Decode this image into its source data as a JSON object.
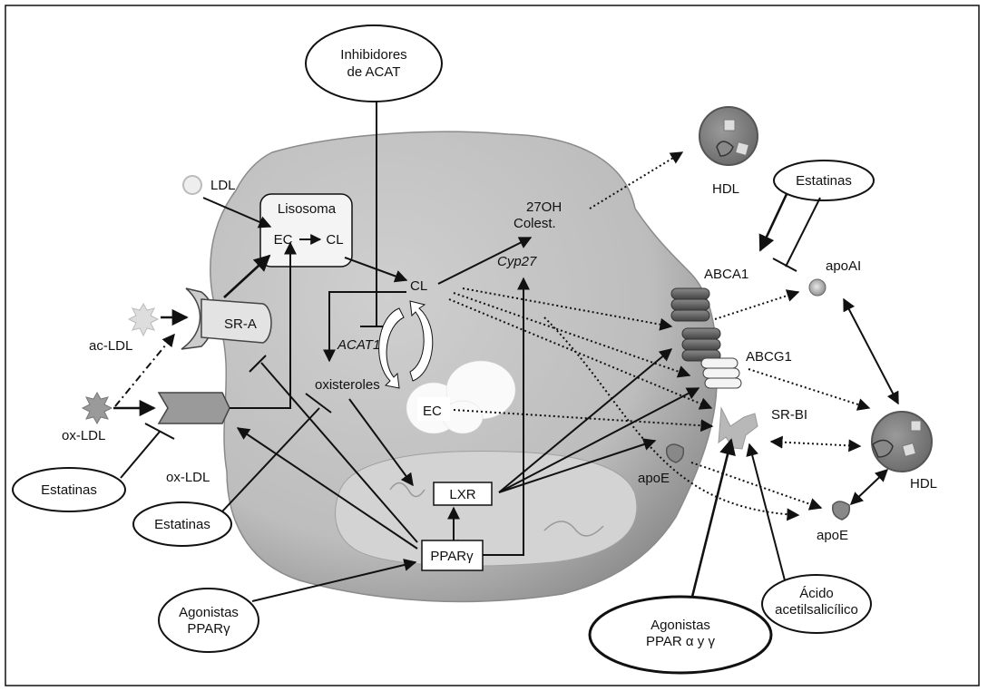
{
  "diagram": {
    "title_hidden": "",
    "nodes": {
      "inhibidores_acat": {
        "line1": "Inhibidores",
        "line2": "de ACAT"
      },
      "ldl": "LDL",
      "lisosoma": {
        "title": "Lisosoma",
        "ec": "EC",
        "cl": "CL"
      },
      "sr_a": "SR-A",
      "ac_ldl": "ac-LDL",
      "ox_ldl_left": "ox-LDL",
      "ox_ldl_receptor": "ox-LDL",
      "estatinas_left": "Estatinas",
      "estatinas_mid": "Estatinas",
      "estatinas_right": "Estatinas",
      "cl": "CL",
      "acat1": "ACAT1",
      "oxisteroles": "oxisteroles",
      "ec_droplet": "EC",
      "lxr": "LXR",
      "ppar_gamma": "PPARγ",
      "cyp27": "Cyp27",
      "oh27": {
        "line1": "27OH",
        "line2": "Colest."
      },
      "hdl_top": "HDL",
      "hdl_right": "HDL",
      "abca1": "ABCA1",
      "abcg1": "ABCG1",
      "sr_bi": "SR-BI",
      "apoai": "apoAI",
      "apoe_inner": "apoE",
      "apoe_outer": "apoE",
      "agonistas_ppar_gamma": {
        "line1": "Agonistas",
        "line2": "PPARγ"
      },
      "agonistas_ppar_ay": {
        "line1": "Agonistas",
        "line2": "PPAR α y γ"
      },
      "acido": {
        "line1": "Ácido",
        "line2": "acetilsalicílico"
      }
    },
    "colors": {
      "cell": "#c4c4c4",
      "cell_dark": "#9a9a9a",
      "nucleus": "#d6d6d6",
      "ink": "#111111",
      "hdl": "#7a7a7a",
      "abca1": "#5e5e5e"
    }
  }
}
